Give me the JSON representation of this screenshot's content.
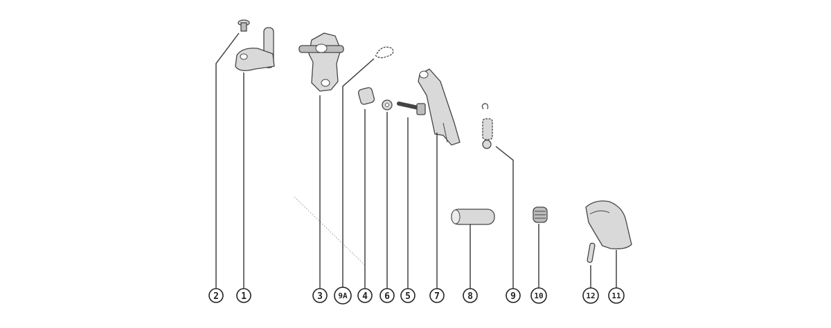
{
  "callouts": {
    "c2": "2",
    "c1": "1",
    "c3": "3",
    "c9a": "9A",
    "c4": "4",
    "c6": "6",
    "c5": "5",
    "c7": "7",
    "c8": "8",
    "c9": "9",
    "c10": "10",
    "c12": "12",
    "c11": "11"
  }
}
